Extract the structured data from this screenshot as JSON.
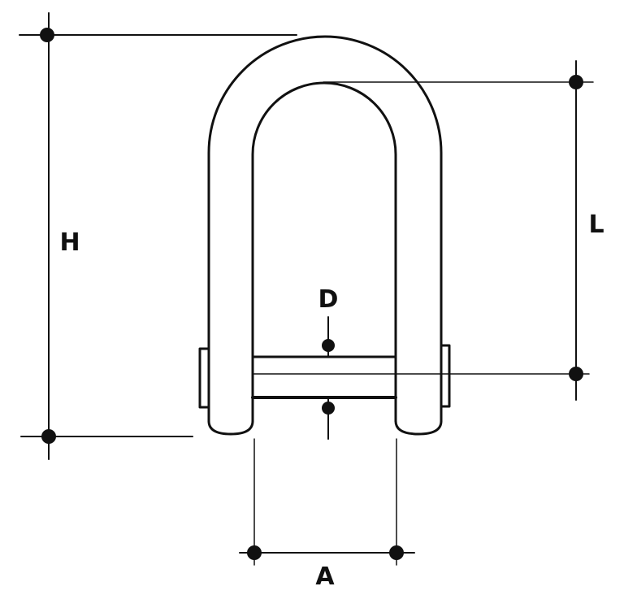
{
  "dimensions": {
    "height_label": "H",
    "inside_length_label": "L",
    "pin_diameter_label": "D",
    "inside_width_label": "A"
  },
  "colors": {
    "line": "#111111",
    "background": "#ffffff"
  }
}
